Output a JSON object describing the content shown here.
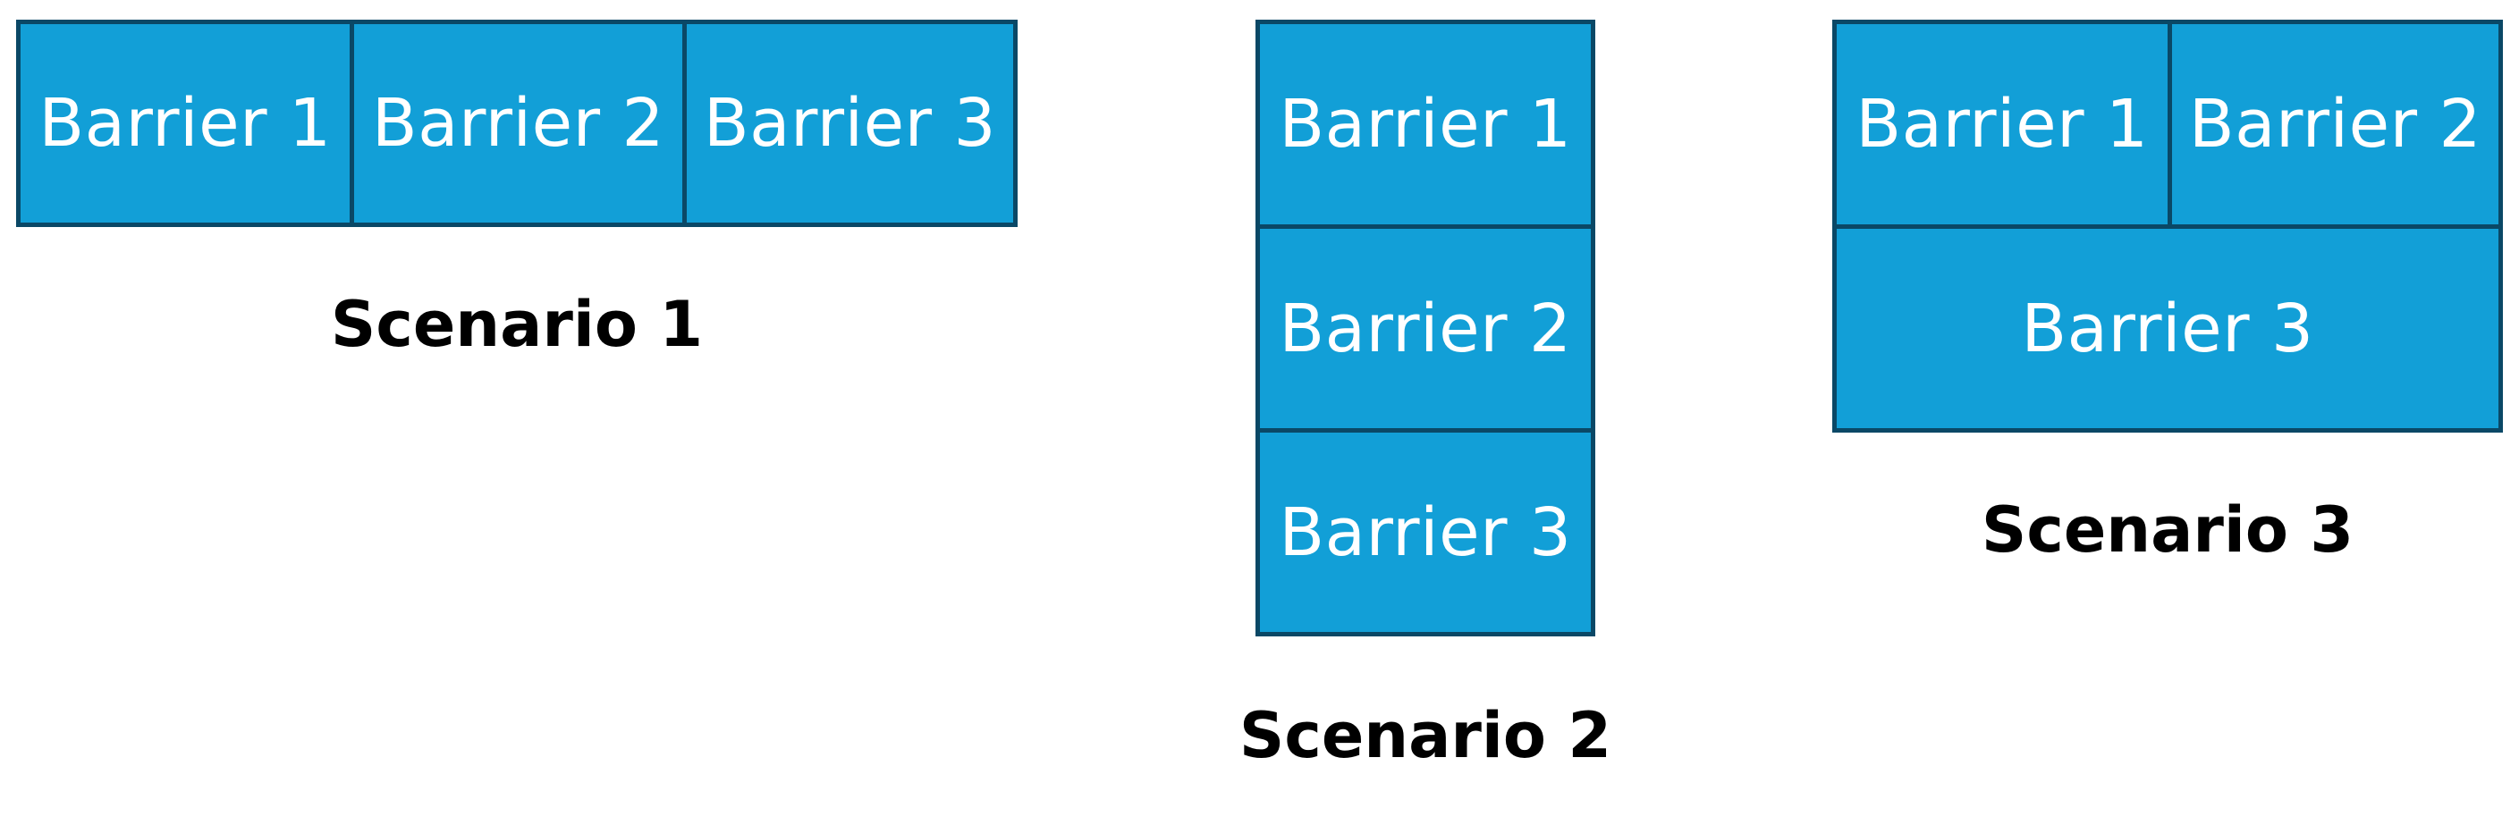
{
  "colors": {
    "barrier_fill": "#129fd7",
    "barrier_border": "#0a4866",
    "barrier_text": "#ffffff",
    "caption_text": "#000000",
    "background": "#ffffff"
  },
  "scenarios": [
    {
      "caption": "Scenario 1",
      "barriers": [
        "Barrier 1",
        "Barrier 2",
        "Barrier 3"
      ]
    },
    {
      "caption": "Scenario 2",
      "barriers": [
        "Barrier 1",
        "Barrier 2",
        "Barrier 3"
      ]
    },
    {
      "caption": "Scenario 3",
      "barriers": [
        "Barrier 1",
        "Barrier 2",
        "Barrier 3"
      ]
    }
  ]
}
